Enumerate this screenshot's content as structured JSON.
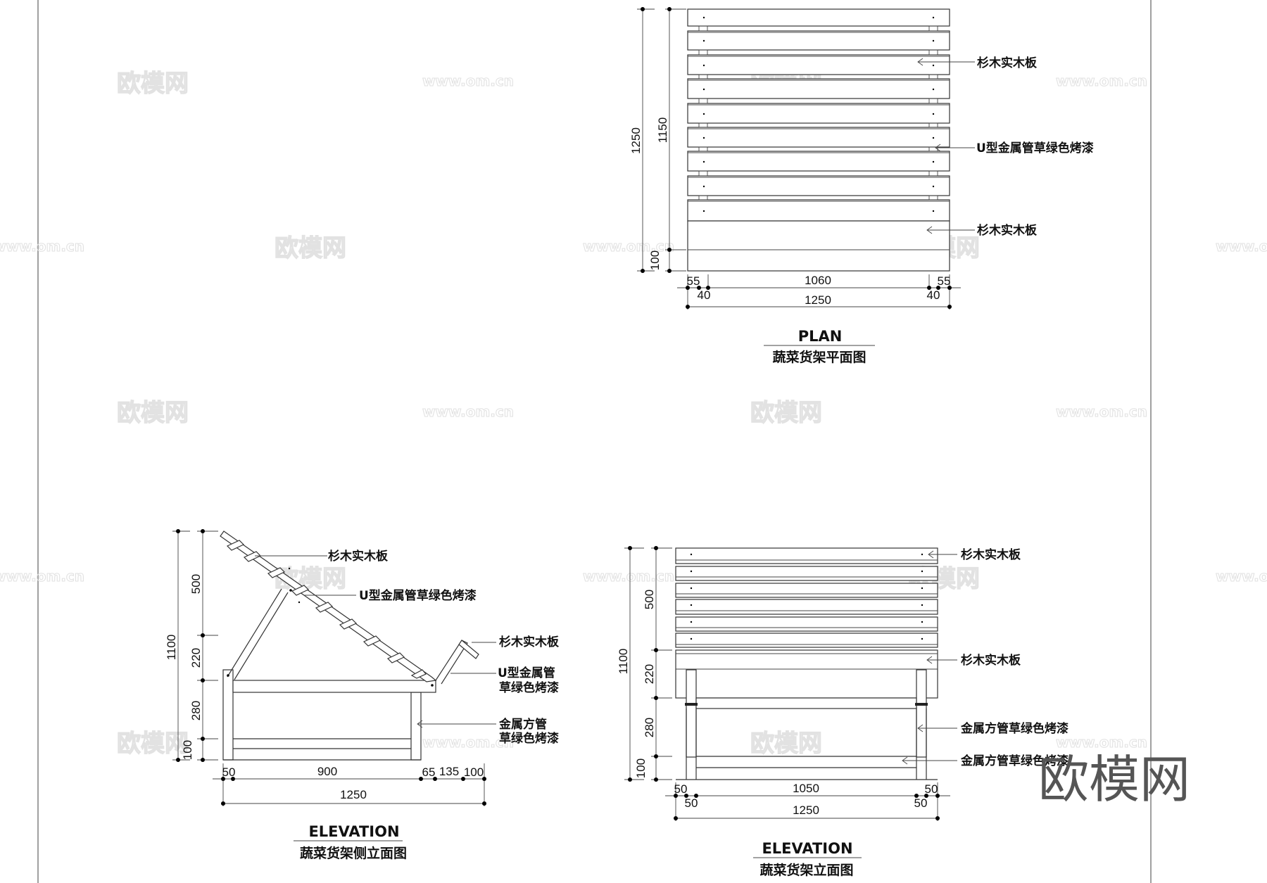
{
  "plan": {
    "title_en": "PLAN",
    "title_cn": "蔬菜货架平面图",
    "dims": {
      "h_total": "1250",
      "h_upper": "1150",
      "h_base": "100",
      "w_inner": "1060",
      "w_total": "1250",
      "w_edge_l": "55",
      "w_edge_r": "55",
      "w_post_l": "40",
      "w_post_r": "40"
    },
    "labels": [
      "杉木实木板",
      "U型金属管草绿色烤漆",
      "杉木实木板"
    ]
  },
  "side_elevation": {
    "title_en": "ELEVATION",
    "title_cn": "蔬菜货架侧立面图",
    "dims": {
      "h_total": "1100",
      "h_500": "500",
      "h_220": "220",
      "h_280": "280",
      "h_100": "100",
      "w_50": "50",
      "w_900": "900",
      "w_65": "65",
      "w_135": "135",
      "w_100": "100",
      "w_total": "1250"
    },
    "labels": [
      "杉木实木板",
      "U型金属管草绿色烤漆",
      "杉木实木板",
      "U型金属管",
      "草绿色烤漆",
      "金属方管",
      "草绿色烤漆"
    ]
  },
  "front_elevation": {
    "title_en": "ELEVATION",
    "title_cn": "蔬菜货架立面图",
    "dims": {
      "h_total": "1100",
      "h_500": "500",
      "h_220": "220",
      "h_280": "280",
      "h_100": "100",
      "w_50a": "50",
      "w_1050": "1050",
      "w_50b": "50",
      "w_50c": "50",
      "w_50d": "50",
      "w_total": "1250"
    },
    "labels": [
      "杉木实木板",
      "杉木实木板",
      "金属方管草绿色烤漆",
      "金属方管草绿色烤漆"
    ]
  },
  "watermarks": {
    "logo": "欧模网",
    "url": "www.om.cn",
    "big_logo": "欧模网"
  }
}
